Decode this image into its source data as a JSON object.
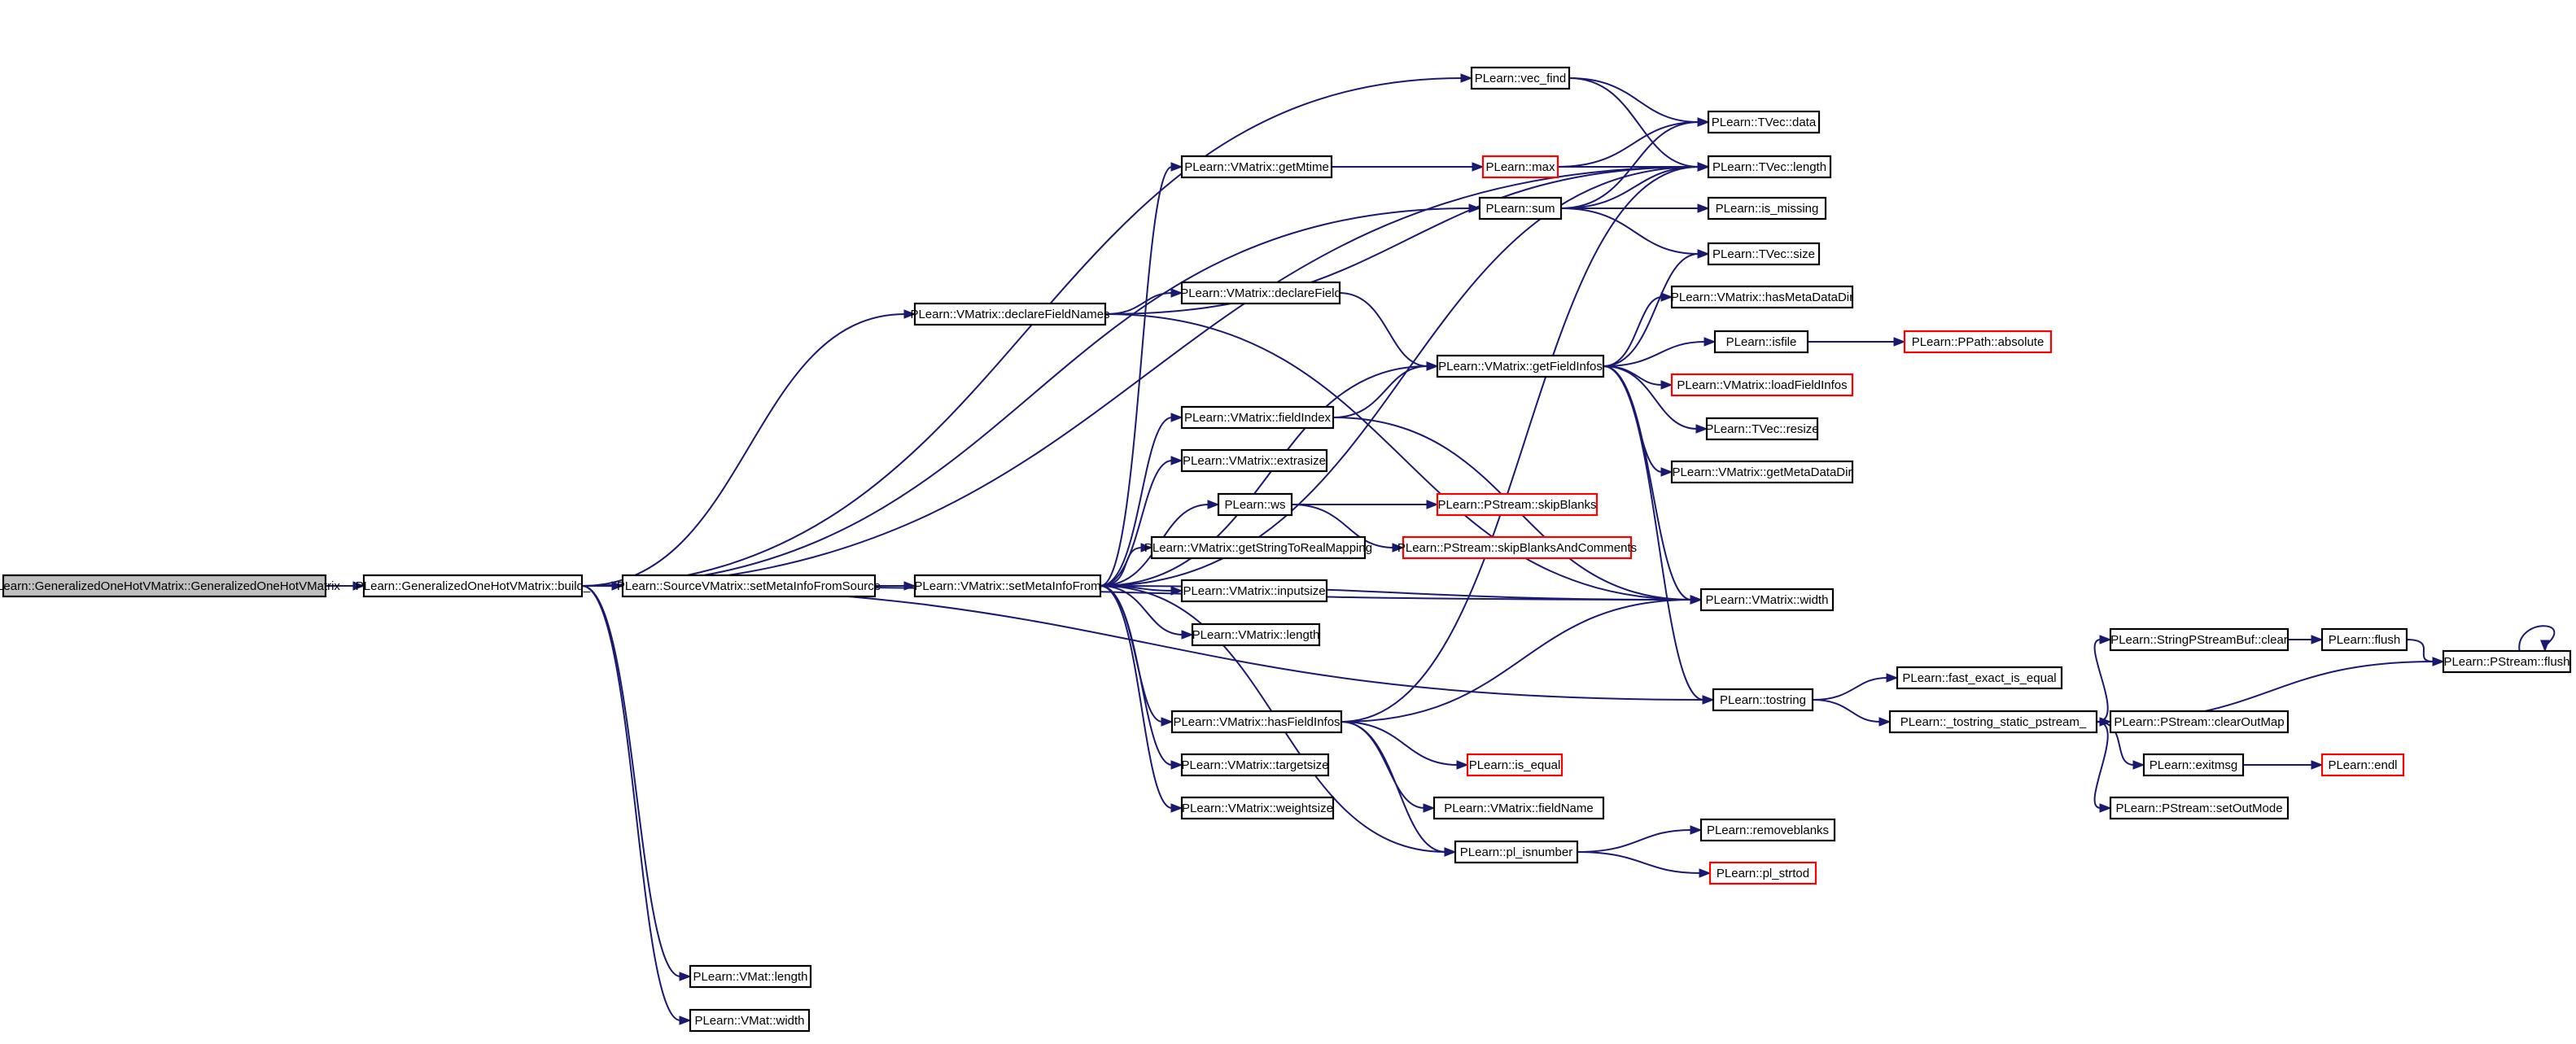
{
  "colors": {
    "edge": "#191970",
    "node_border": "#000000",
    "node_border_truncated": "#ff0000",
    "root_fill": "#bfbfbf",
    "node_fill": "#ffffff"
  },
  "nodes": [
    {
      "id": "root",
      "label": "PLearn::GeneralizedOneHotVMatrix::GeneralizedOneHotVMatrix",
      "root": true
    },
    {
      "id": "build_",
      "label": "PLearn::GeneralizedOneHotVMatrix::build_"
    },
    {
      "id": "setMetaSrc",
      "label": "PLearn::SourceVMatrix::setMetaInfoFromSource"
    },
    {
      "id": "setMeta",
      "label": "PLearn::VMatrix::setMetaInfoFrom"
    },
    {
      "id": "declareFN",
      "label": "PLearn::VMatrix::declareFieldNames"
    },
    {
      "id": "getMtime",
      "label": "PLearn::VMatrix::getMtime"
    },
    {
      "id": "declareField",
      "label": "PLearn::VMatrix::declareField"
    },
    {
      "id": "fieldIndex",
      "label": "PLearn::VMatrix::fieldIndex"
    },
    {
      "id": "extrasize",
      "label": "PLearn::VMatrix::extrasize"
    },
    {
      "id": "ws",
      "label": "PLearn::ws"
    },
    {
      "id": "getStrReal",
      "label": "PLearn::VMatrix::getStringToRealMapping"
    },
    {
      "id": "inputsize",
      "label": "PLearn::VMatrix::inputsize"
    },
    {
      "id": "vlength",
      "label": "PLearn::VMatrix::length"
    },
    {
      "id": "hasFI",
      "label": "PLearn::VMatrix::hasFieldInfos"
    },
    {
      "id": "targetsize",
      "label": "PLearn::VMatrix::targetsize"
    },
    {
      "id": "weightsize",
      "label": "PLearn::VMatrix::weightsize"
    },
    {
      "id": "vecfind",
      "label": "PLearn::vec_find"
    },
    {
      "id": "max",
      "label": "PLearn::max",
      "truncated": true
    },
    {
      "id": "sum",
      "label": "PLearn::sum"
    },
    {
      "id": "getFI",
      "label": "PLearn::VMatrix::getFieldInfos"
    },
    {
      "id": "skipBlanks",
      "label": "PLearn::PStream::skipBlanks",
      "truncated": true
    },
    {
      "id": "skipBC",
      "label": "PLearn::PStream::skipBlanksAndComments",
      "truncated": true
    },
    {
      "id": "isequal",
      "label": "PLearn::is_equal",
      "truncated": true
    },
    {
      "id": "fieldName",
      "label": "PLearn::VMatrix::fieldName"
    },
    {
      "id": "plisnum",
      "label": "PLearn::pl_isnumber"
    },
    {
      "id": "tvdata",
      "label": "PLearn::TVec::data"
    },
    {
      "id": "tvlength",
      "label": "PLearn::TVec::length"
    },
    {
      "id": "ismissing",
      "label": "PLearn::is_missing"
    },
    {
      "id": "tvsize",
      "label": "PLearn::TVec::size"
    },
    {
      "id": "hasMDD",
      "label": "PLearn::VMatrix::hasMetaDataDir"
    },
    {
      "id": "isfile",
      "label": "PLearn::isfile"
    },
    {
      "id": "loadFI",
      "label": "PLearn::VMatrix::loadFieldInfos",
      "truncated": true
    },
    {
      "id": "tvresize",
      "label": "PLearn::TVec::resize"
    },
    {
      "id": "getMDD",
      "label": "PLearn::VMatrix::getMetaDataDir"
    },
    {
      "id": "vwidth",
      "label": "PLearn::VMatrix::width"
    },
    {
      "id": "tostring",
      "label": "PLearn::tostring"
    },
    {
      "id": "removeblanks",
      "label": "PLearn::removeblanks"
    },
    {
      "id": "plstrtod",
      "label": "PLearn::pl_strtod",
      "truncated": true
    },
    {
      "id": "vmatlength",
      "label": "PLearn::VMat::length"
    },
    {
      "id": "vmatwidth",
      "label": "PLearn::VMat::width"
    },
    {
      "id": "absolute",
      "label": "PLearn::PPath::absolute",
      "truncated": true
    },
    {
      "id": "fastexact",
      "label": "PLearn::fast_exact_is_equal"
    },
    {
      "id": "tostrstatic",
      "label": "PLearn::_tostring_static_pstream_"
    },
    {
      "id": "sbclear",
      "label": "PLearn::StringPStreamBuf::clear"
    },
    {
      "id": "clearOutMap",
      "label": "PLearn::PStream::clearOutMap"
    },
    {
      "id": "exitmsg",
      "label": "PLearn::exitmsg"
    },
    {
      "id": "setOutMode",
      "label": "PLearn::PStream::setOutMode"
    },
    {
      "id": "flush",
      "label": "PLearn::flush"
    },
    {
      "id": "psflush",
      "label": "PLearn::PStream::flush"
    },
    {
      "id": "endl",
      "label": "PLearn::endl",
      "truncated": true
    }
  ],
  "edges": [
    [
      "root",
      "build_"
    ],
    [
      "build_",
      "setMetaSrc"
    ],
    [
      "build_",
      "vecfind"
    ],
    [
      "build_",
      "tvlength"
    ],
    [
      "build_",
      "sum"
    ],
    [
      "build_",
      "declareFN"
    ],
    [
      "build_",
      "tostring"
    ],
    [
      "build_",
      "vwidth"
    ],
    [
      "build_",
      "vmatlength"
    ],
    [
      "build_",
      "vmatwidth"
    ],
    [
      "setMetaSrc",
      "setMeta"
    ],
    [
      "setMeta",
      "getMtime"
    ],
    [
      "setMeta",
      "tvlength"
    ],
    [
      "setMeta",
      "getFI"
    ],
    [
      "setMeta",
      "fieldIndex"
    ],
    [
      "setMeta",
      "extrasize"
    ],
    [
      "setMeta",
      "ws"
    ],
    [
      "setMeta",
      "getStrReal"
    ],
    [
      "setMeta",
      "inputsize"
    ],
    [
      "setMeta",
      "vlength"
    ],
    [
      "setMeta",
      "vwidth"
    ],
    [
      "setMeta",
      "hasFI"
    ],
    [
      "setMeta",
      "targetsize"
    ],
    [
      "setMeta",
      "weightsize"
    ],
    [
      "setMeta",
      "plisnum"
    ],
    [
      "declareFN",
      "declareField"
    ],
    [
      "declareFN",
      "tvlength"
    ],
    [
      "declareFN",
      "vwidth"
    ],
    [
      "getMtime",
      "max"
    ],
    [
      "declareField",
      "getFI"
    ],
    [
      "fieldIndex",
      "getFI"
    ],
    [
      "fieldIndex",
      "vwidth"
    ],
    [
      "ws",
      "skipBlanks"
    ],
    [
      "ws",
      "skipBC"
    ],
    [
      "hasFI",
      "tvlength"
    ],
    [
      "hasFI",
      "vwidth"
    ],
    [
      "hasFI",
      "isequal"
    ],
    [
      "hasFI",
      "fieldName"
    ],
    [
      "hasFI",
      "plisnum"
    ],
    [
      "vecfind",
      "tvdata"
    ],
    [
      "vecfind",
      "tvlength"
    ],
    [
      "max",
      "tvdata"
    ],
    [
      "max",
      "tvlength"
    ],
    [
      "sum",
      "tvdata"
    ],
    [
      "sum",
      "tvlength"
    ],
    [
      "sum",
      "ismissing"
    ],
    [
      "sum",
      "tvsize"
    ],
    [
      "getFI",
      "tvsize"
    ],
    [
      "getFI",
      "hasMDD"
    ],
    [
      "getFI",
      "isfile"
    ],
    [
      "getFI",
      "loadFI"
    ],
    [
      "getFI",
      "tvresize"
    ],
    [
      "getFI",
      "getMDD"
    ],
    [
      "getFI",
      "vwidth"
    ],
    [
      "getFI",
      "tostring"
    ],
    [
      "isfile",
      "absolute"
    ],
    [
      "plisnum",
      "removeblanks"
    ],
    [
      "plisnum",
      "plstrtod"
    ],
    [
      "tostring",
      "fastexact"
    ],
    [
      "tostring",
      "tostrstatic"
    ],
    [
      "tostrstatic",
      "sbclear"
    ],
    [
      "tostrstatic",
      "psflush"
    ],
    [
      "tostrstatic",
      "clearOutMap"
    ],
    [
      "tostrstatic",
      "exitmsg"
    ],
    [
      "tostrstatic",
      "setOutMode"
    ],
    [
      "sbclear",
      "flush"
    ],
    [
      "flush",
      "psflush"
    ],
    [
      "psflush",
      "psflush"
    ],
    [
      "exitmsg",
      "endl"
    ]
  ]
}
